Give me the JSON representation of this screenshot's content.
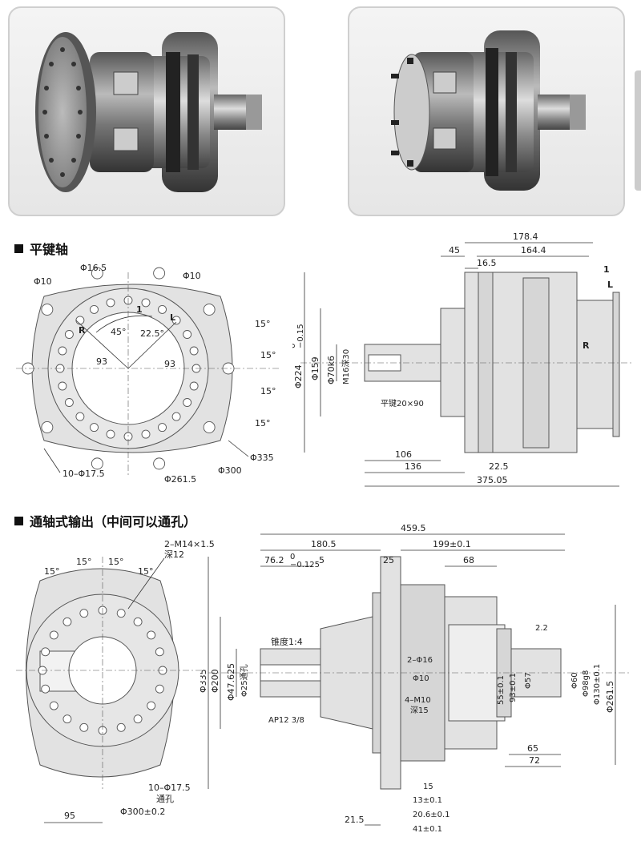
{
  "sections": {
    "flat_key_title": "平键轴",
    "through_title": "通轴式输出（中间可以通孔）"
  },
  "photos": [
    {
      "name": "motor-photo-flat-key"
    },
    {
      "name": "motor-photo-through-shaft"
    }
  ],
  "flat_front": {
    "phi16_5": "Φ16.5",
    "phi10_a": "Φ10",
    "phi10_b": "Φ10",
    "one": "1",
    "L": "L",
    "R": "R",
    "angle45": "45°",
    "angle22_5": "22.5°",
    "r93a": "93",
    "r93b": "93",
    "a15_1": "15°",
    "a15_2": "15°",
    "a15_3": "15°",
    "a15_4": "15°",
    "phi335": "Φ335",
    "phi300": "Φ300",
    "phi261_5": "Φ261.5",
    "holes": "10–Φ17.5"
  },
  "flat_side": {
    "d178_4": "178.4",
    "d164_4": "164.4",
    "d45": "45",
    "d16_5": "16.5",
    "one": "1",
    "L": "L",
    "R": "R",
    "phi224": "Φ224",
    "tol224_up": "0",
    "tol224_dn": "−0.15",
    "phi159": "Φ159",
    "phi70": "Φ70k6",
    "m16": "M16深30",
    "key": "平键20×90",
    "d106": "106",
    "d136": "136",
    "d22_5": "22.5",
    "d375": "375.05"
  },
  "thru_front": {
    "a15_1": "15°",
    "a15_2": "15°",
    "a15_3": "15°",
    "a15_4": "15°",
    "m14": "2–M14×1.5",
    "m14_depth": "深12",
    "holes": "10–Φ17.5",
    "holes_thru": "通孔",
    "phi300": "Φ300±0.2",
    "d95": "95"
  },
  "thru_side": {
    "d459_5": "459.5",
    "d180_5": "180.5",
    "d199": "199±0.1",
    "d76_2": "76.2",
    "tol76_up": "0",
    "tol76_dn": "−0.125",
    "d5": "5",
    "d25": "25",
    "d68": "68",
    "taper": "锥度1:4",
    "phi47": "Φ47.625",
    "phi25": "Φ25通孔",
    "ap12": "AP12 3/8",
    "phi335": "Φ335",
    "phi200": "Φ200",
    "phi16": "2–Φ16",
    "phi10": "Φ10",
    "m10": "4–M10",
    "m10_depth": "深15",
    "d55": "55±0.1",
    "d93": "93±0.1",
    "phi57": "Φ57",
    "phi60": "Φ60",
    "phi98": "Φ98g8",
    "phi130": "Φ130±0.1",
    "phi261": "Φ261.5",
    "d2_2": "2.2",
    "d65": "65",
    "d72": "72",
    "d15": "15",
    "d13": "13±0.1",
    "d20_6": "20.6±0.1",
    "d41": "41±0.1",
    "d21_5": "21.5"
  }
}
